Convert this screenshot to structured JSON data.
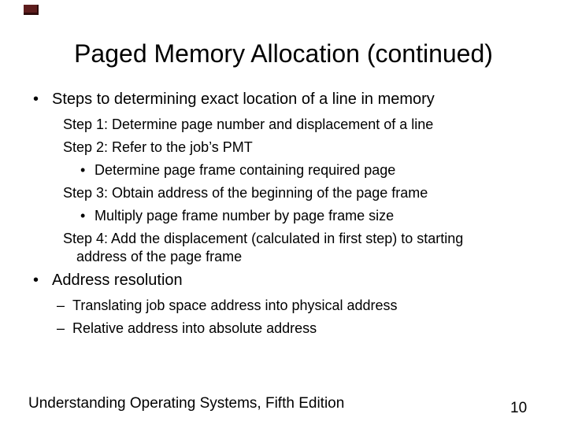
{
  "slide": {
    "decoration": {
      "corner_accent_color": "#5e1d1d"
    },
    "title": "Paged Memory Allocation (continued)",
    "bullets": [
      {
        "marker": "•",
        "text": "Steps to determining exact location of a line in memory"
      },
      {
        "marker": "",
        "text": "Step 1: Determine page number and displacement of a line"
      },
      {
        "marker": "",
        "text": "Step 2: Refer to the job’s PMT"
      },
      {
        "marker": "•",
        "text": "Determine page frame containing required page"
      },
      {
        "marker": "",
        "text": "Step 3: Obtain address of the beginning of the page frame"
      },
      {
        "marker": "•",
        "text": "Multiply page frame number by page frame size"
      },
      {
        "marker": "",
        "text": "Step 4: Add the displacement (calculated in first step) to starting"
      },
      {
        "marker": "",
        "text": "address of the page frame"
      },
      {
        "marker": "•",
        "text": "Address resolution"
      },
      {
        "marker": "–",
        "text": "Translating job space address into physical address"
      },
      {
        "marker": "–",
        "text": "Relative address into absolute address"
      }
    ],
    "footer": {
      "book_title": "Understanding Operating Systems, Fifth Edition",
      "page_number": "10"
    }
  }
}
